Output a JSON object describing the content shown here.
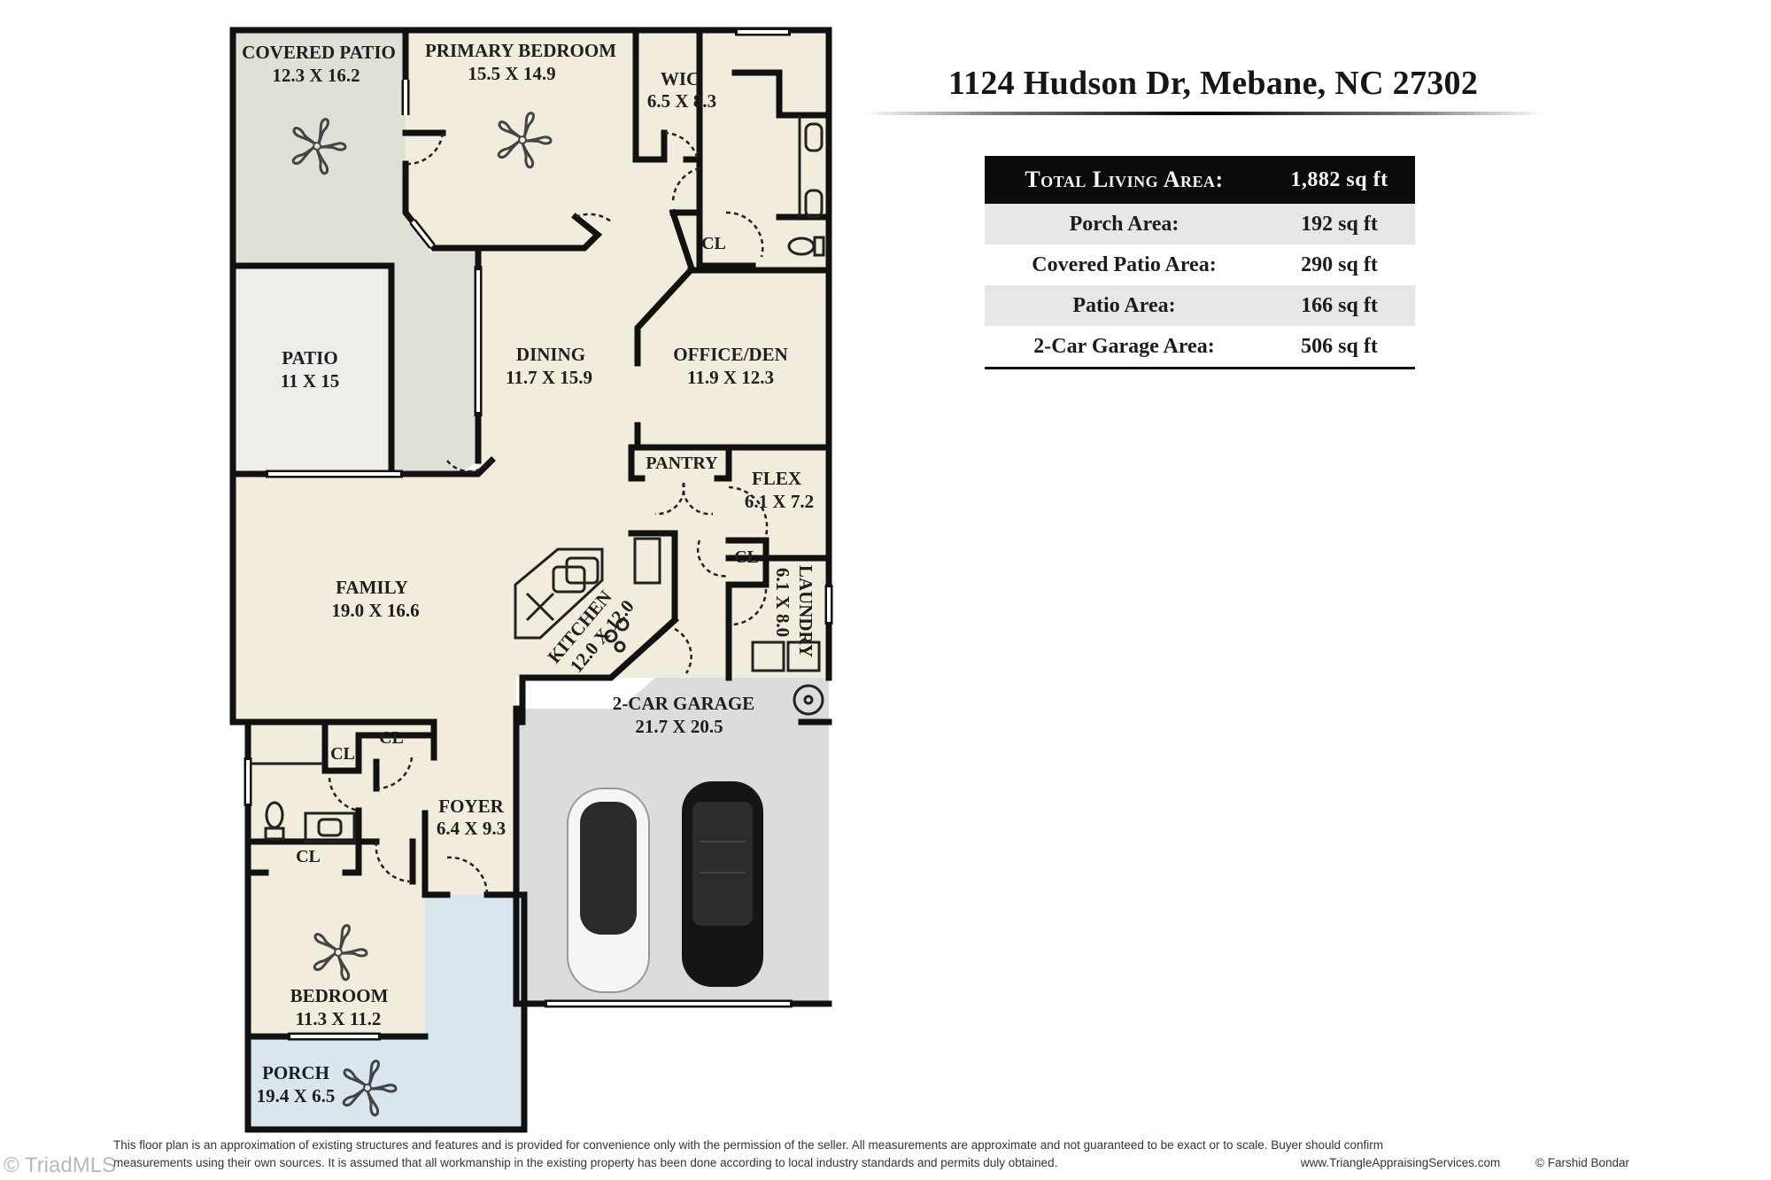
{
  "header": {
    "address": "1124 Hudson Dr, Mebane, NC 27302"
  },
  "area_table": {
    "total": {
      "label": "Total Living Area:",
      "value": "1,882 sq ft"
    },
    "rows": [
      {
        "label": "Porch Area:",
        "value": "192 sq ft"
      },
      {
        "label": "Covered Patio Area:",
        "value": "290 sq ft"
      },
      {
        "label": "Patio Area:",
        "value": "166 sq ft"
      },
      {
        "label": "2-Car Garage Area:",
        "value": "506 sq ft"
      }
    ]
  },
  "rooms": {
    "covered_patio": {
      "name": "COVERED PATIO",
      "dims": "12.3 X 16.2"
    },
    "primary_bedroom": {
      "name": "PRIMARY BEDROOM",
      "dims": "15.5 X 14.9"
    },
    "wic": {
      "name": "WIC",
      "dims": "6.5 X 8.3"
    },
    "patio": {
      "name": "PATIO",
      "dims": "11 X 15"
    },
    "dining": {
      "name": "DINING",
      "dims": "11.7 X 15.9"
    },
    "office_den": {
      "name": "OFFICE/DEN",
      "dims": "11.9 X 12.3"
    },
    "pantry": {
      "name": "PANTRY"
    },
    "flex": {
      "name": "FLEX",
      "dims": "6.1 X 7.2"
    },
    "family": {
      "name": "FAMILY",
      "dims": "19.0 X 16.6"
    },
    "kitchen": {
      "name": "KITCHEN",
      "dims": "12.0 X 12.0"
    },
    "laundry": {
      "name": "LAUNDRY",
      "dims": "6.1 X 8.0"
    },
    "garage": {
      "name": "2-CAR GARAGE",
      "dims": "21.7 X 20.5"
    },
    "foyer": {
      "name": "FOYER",
      "dims": "6.4 X 9.3"
    },
    "bedroom": {
      "name": "BEDROOM",
      "dims": "11.3 X 11.2"
    },
    "porch": {
      "name": "PORCH",
      "dims": "19.4 X 6.5"
    },
    "closet_label": "CL"
  },
  "colors": {
    "interior": "#F1ECDC",
    "covered_patio": "#DEE2D6",
    "patio": "#EEEDEA",
    "garage": "#DCDCDE",
    "porch": "#D9E6EE",
    "wall": "#111111"
  },
  "footer": {
    "line1": "This floor plan is an approximation of existing structures and features and is provided for convenience only with the permission of the seller.  All measurements are approximate and not guaranteed to be exact or to scale.  Buyer should confirm",
    "line2": "measurements using their own sources.  It is assumed that all workmanship in the existing property has been done according to local industry standards and permits duly obtained.",
    "website": "www.TriangleAppraisingServices.com",
    "copyright": "© Farshid Bondar"
  },
  "watermark": "© TriadMLS"
}
